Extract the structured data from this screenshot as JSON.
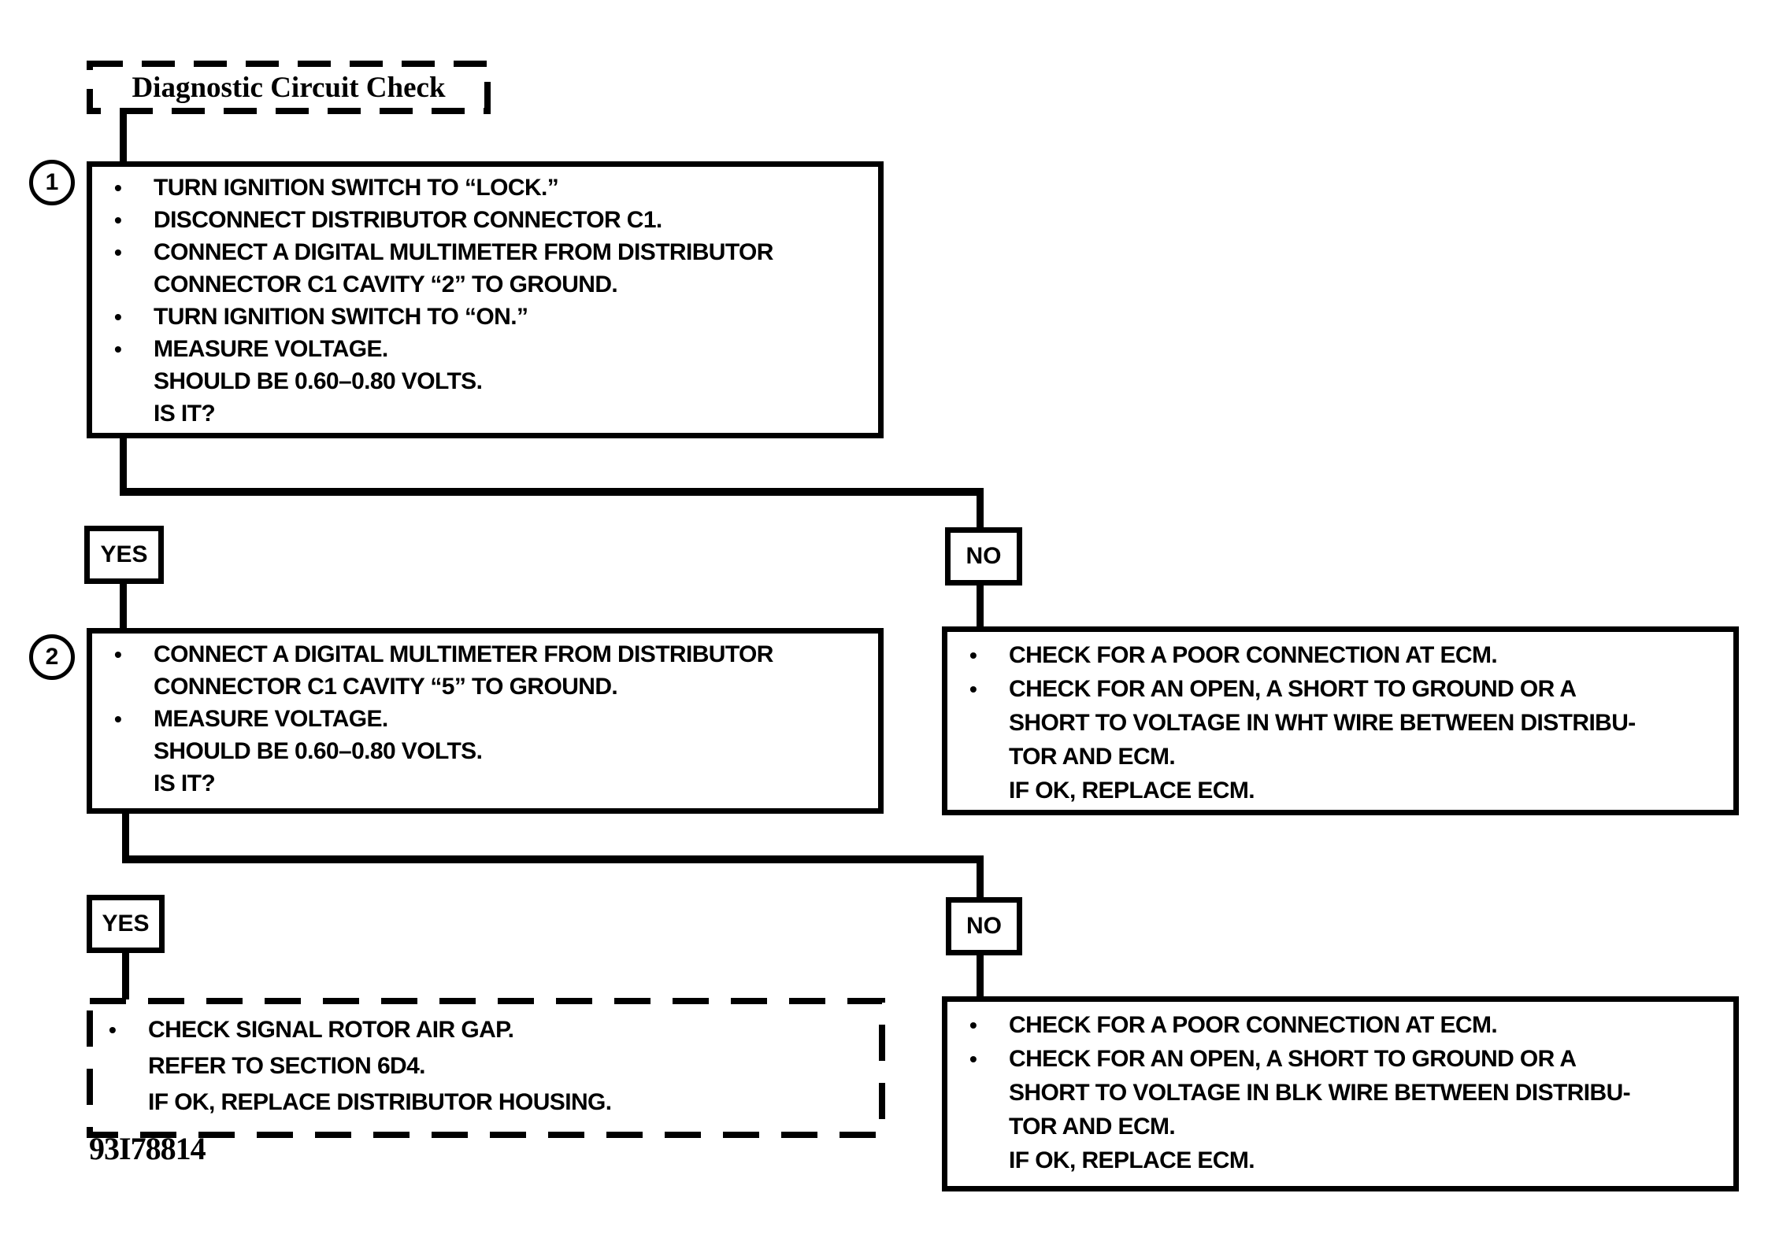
{
  "title": "Diagnostic Circuit Check",
  "figure_number": "93I78814",
  "step1": {
    "number": "1",
    "lines": [
      {
        "m": "•",
        "t": "TURN IGNITION SWITCH TO “LOCK.”"
      },
      {
        "m": "•",
        "t": "DISCONNECT DISTRIBUTOR CONNECTOR C1."
      },
      {
        "m": "•",
        "t": "CONNECT A DIGITAL MULTIMETER FROM DISTRIBUTOR"
      },
      {
        "m": "",
        "t": "CONNECTOR C1 CAVITY “2” TO GROUND."
      },
      {
        "m": "•",
        "t": "TURN IGNITION SWITCH TO “ON.”"
      },
      {
        "m": "•",
        "t": "MEASURE VOLTAGE."
      },
      {
        "m": "",
        "t": "SHOULD BE 0.60–0.80 VOLTS."
      },
      {
        "m": "",
        "t": "IS IT?"
      }
    ]
  },
  "branch1": {
    "yes": "YES",
    "no": "NO"
  },
  "step2": {
    "number": "2",
    "lines": [
      {
        "m": "•",
        "t": "CONNECT A DIGITAL MULTIMETER FROM DISTRIBUTOR"
      },
      {
        "m": "",
        "t": "CONNECTOR C1 CAVITY “5” TO GROUND."
      },
      {
        "m": "•",
        "t": "MEASURE VOLTAGE."
      },
      {
        "m": "",
        "t": "SHOULD BE 0.60–0.80 VOLTS."
      },
      {
        "m": "",
        "t": "IS IT?"
      }
    ]
  },
  "no1_result": {
    "lines": [
      {
        "m": "•",
        "t": "CHECK FOR A POOR CONNECTION AT ECM."
      },
      {
        "m": "•",
        "t": "CHECK FOR AN OPEN, A SHORT TO GROUND OR A"
      },
      {
        "m": "",
        "t": "SHORT TO VOLTAGE IN WHT WIRE BETWEEN DISTRIBU-"
      },
      {
        "m": "",
        "t": "TOR AND ECM."
      },
      {
        "m": "",
        "t": "IF OK, REPLACE ECM."
      }
    ]
  },
  "branch2": {
    "yes": "YES",
    "no": "NO"
  },
  "yes2_result": {
    "lines": [
      {
        "m": "•",
        "t": "CHECK SIGNAL ROTOR AIR GAP."
      },
      {
        "m": "",
        "t": "REFER TO SECTION 6D4."
      },
      {
        "m": "",
        "t": "IF OK, REPLACE DISTRIBUTOR HOUSING."
      }
    ]
  },
  "no2_result": {
    "lines": [
      {
        "m": "•",
        "t": "CHECK FOR A POOR CONNECTION AT ECM."
      },
      {
        "m": "•",
        "t": "CHECK FOR AN OPEN, A SHORT TO GROUND OR A"
      },
      {
        "m": "",
        "t": "SHORT TO VOLTAGE IN BLK WIRE BETWEEN DISTRIBU-"
      },
      {
        "m": "",
        "t": "TOR AND ECM."
      },
      {
        "m": "",
        "t": "IF OK, REPLACE ECM."
      }
    ]
  }
}
